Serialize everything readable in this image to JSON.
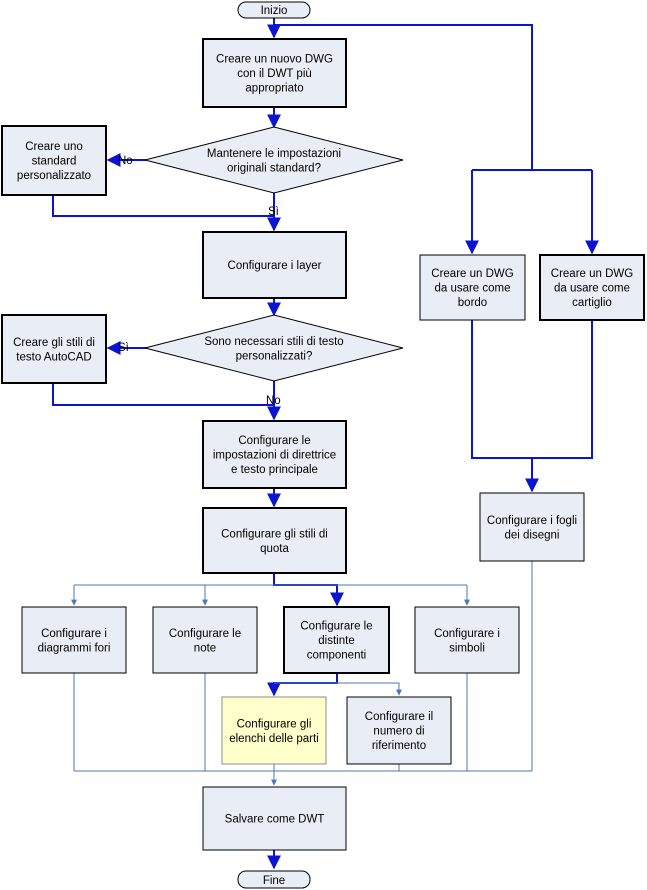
{
  "colors": {
    "box_fill": "#e9edf5",
    "box_border": "#000000",
    "highlight_fill": "#ffffcc",
    "highlight_border": "#8c8c8c",
    "arrow_primary": "#0a14d2",
    "arrow_secondary": "#4a7ab0"
  },
  "flow": {
    "start": "Inizio",
    "end": "Fine",
    "create_dwg": [
      "Creare un nuovo DWG",
      "con il DWT più",
      "appropriato"
    ],
    "keep_standard": [
      "Mantenere le impostazioni",
      "originali standard?"
    ],
    "custom_standard": [
      "Creare uno",
      "standard",
      "personalizzato"
    ],
    "layers": [
      "Configurare i layer"
    ],
    "text_styles_needed": [
      "Sono necessari stili di testo",
      "personalizzati?"
    ],
    "text_styles": [
      "Creare gli stili di",
      "testo AutoCAD"
    ],
    "leader": [
      "Configurare le",
      "impostazioni di direttrice",
      "e testo principale"
    ],
    "dim_styles": [
      "Configurare gli stili di",
      "quota"
    ],
    "hole_charts": [
      "Configurare i",
      "diagrammi fori"
    ],
    "notes": [
      "Configurare le",
      "note"
    ],
    "bom": [
      "Configurare le",
      "distinte",
      "componenti"
    ],
    "symbols": [
      "Configurare i",
      "simboli"
    ],
    "parts_lists": [
      "Configurare gli",
      "elenchi delle parti"
    ],
    "balloons": [
      "Configurare il",
      "numero di",
      "riferimento"
    ],
    "save_dwt": [
      "Salvare come DWT"
    ],
    "border_dwg": [
      "Creare un DWG",
      "da usare come",
      "bordo"
    ],
    "titleblock_dwg": [
      "Creare un DWG",
      "da usare come",
      "cartiglio"
    ],
    "sheets": [
      "Configurare i fogli",
      "dei disegni"
    ]
  },
  "labels": {
    "no1": "No",
    "yes1": "Sì",
    "yes2": "Sì",
    "no2": "No"
  }
}
